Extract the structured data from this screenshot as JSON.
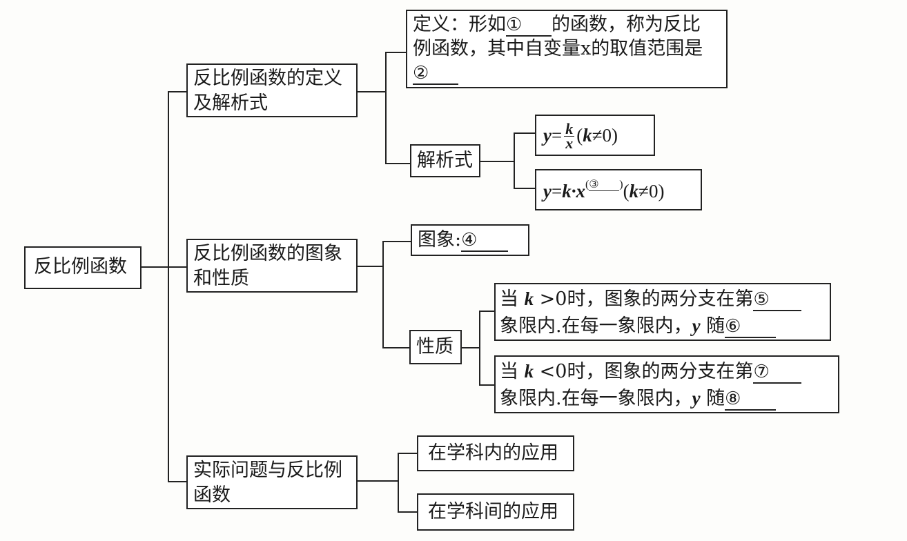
{
  "root": {
    "label": "反比例函数"
  },
  "branches": [
    {
      "label_line1": "反比例函数的定义",
      "label_line2": "及解析式",
      "definition": {
        "line1_prefix": "定义：形如",
        "blank1": "①",
        "line1_suffix": "的函数，称为反比",
        "line2": "例函数，其中自变量x的取值范围是",
        "blank2": "②"
      },
      "analytic": {
        "label": "解析式",
        "formula1": {
          "lhs": "y",
          "eq": "=",
          "numerator": "k",
          "denominator": "x",
          "condition_open": "(",
          "condition_var": "k",
          "condition_rest": "≠0)"
        },
        "formula2": {
          "lhs": "y",
          "eq": "=",
          "rhs": "k·x",
          "exponent_blank": "③",
          "condition_open": "(",
          "condition_var": "k",
          "condition_rest": "≠0)"
        }
      }
    },
    {
      "label_line1": "反比例函数的图象",
      "label_line2": "和性质",
      "graph": {
        "prefix": "图象:",
        "blank": "④"
      },
      "properties": {
        "label": "性质",
        "positive": {
          "line1_prefix": "当 ",
          "var": "k",
          "line1_mid": " >0时，图象的两分支在第",
          "blank_a": "⑤",
          "line2_prefix": "象限内.在每一象限内，",
          "var2": "y",
          "line2_mid": " 随",
          "blank_b": "⑥"
        },
        "negative": {
          "line1_prefix": "当 ",
          "var": "k",
          "line1_mid": " <0时，图象的两分支在第",
          "blank_a": "⑦",
          "line2_prefix": "象限内.在每一象限内，",
          "var2": "y",
          "line2_mid": " 随",
          "blank_b": "⑧"
        }
      }
    },
    {
      "label_line1": "实际问题与反比例",
      "label_line2": "函数",
      "apps": [
        "在学科内的应用",
        "在学科间的应用"
      ]
    }
  ]
}
